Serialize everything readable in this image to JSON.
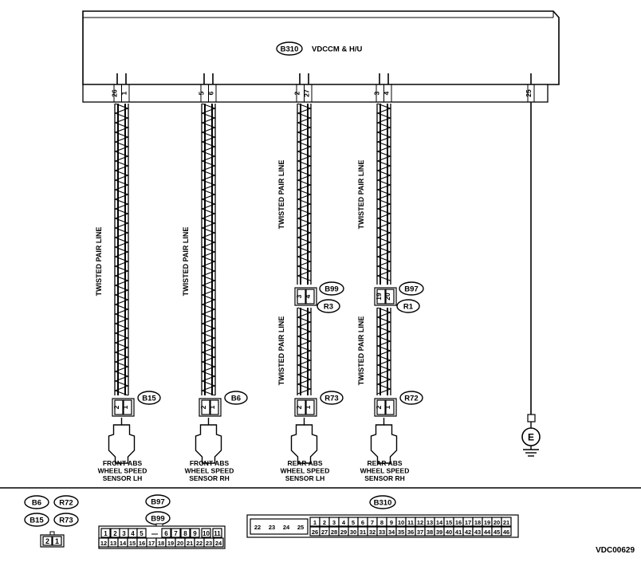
{
  "unit": {
    "connector_id": "B310",
    "name": "VDCCM & H/U"
  },
  "circuits": [
    {
      "top_pins": [
        "26",
        "1"
      ],
      "twisted_label": "TWISTED PAIR LINE",
      "mid": null,
      "lower_twisted_label": null,
      "sensor_connector": "B15",
      "sensor_pins": [
        "2",
        "1"
      ],
      "sensor_name": [
        "FRONT ABS",
        "WHEEL SPEED",
        "SENSOR LH"
      ]
    },
    {
      "top_pins": [
        "5",
        "6"
      ],
      "twisted_label": "TWISTED PAIR LINE",
      "mid": null,
      "lower_twisted_label": null,
      "sensor_connector": "B6",
      "sensor_pins": [
        "2",
        "1"
      ],
      "sensor_name": [
        "FRONT ABS",
        "WHEEL SPEED",
        "SENSOR RH"
      ]
    },
    {
      "top_pins": [
        "2",
        "27"
      ],
      "twisted_label": "TWISTED PAIR LINE",
      "mid": {
        "upper": "B99",
        "lower": "R3",
        "pins": [
          "3",
          "4"
        ]
      },
      "lower_twisted_label": "TWISTED PAIR LINE",
      "sensor_connector": "R73",
      "sensor_pins": [
        "2",
        "1"
      ],
      "sensor_name": [
        "REAR ABS",
        "WHEEL SPEED",
        "SENSOR LH"
      ]
    },
    {
      "top_pins": [
        "3",
        "4"
      ],
      "twisted_label": "TWISTED PAIR LINE",
      "mid": {
        "upper": "B97",
        "lower": "R1",
        "pins": [
          "19",
          "20"
        ]
      },
      "lower_twisted_label": "TWISTED PAIR LINE",
      "sensor_connector": "R72",
      "sensor_pins": [
        "2",
        "1"
      ],
      "sensor_name": [
        "REAR ABS",
        "WHEEL SPEED",
        "SENSOR RH"
      ]
    }
  ],
  "ground": {
    "pin": "25",
    "symbol": "E"
  },
  "legend": {
    "group1": {
      "ids": [
        "B6",
        "R72",
        "B15",
        "R73"
      ],
      "pins": [
        "2",
        "1"
      ]
    },
    "group2": {
      "ids": [
        "B97",
        "B99"
      ],
      "row1": [
        "1",
        "2",
        "3",
        "4",
        "5",
        "",
        "6",
        "7",
        "8",
        "9",
        "10",
        "11"
      ],
      "row2": [
        "12",
        "13",
        "14",
        "15",
        "16",
        "17",
        "18",
        "19",
        "20",
        "21",
        "22",
        "23",
        "24"
      ]
    },
    "group3": {
      "id": "B310",
      "left": [
        "22",
        "23",
        "24",
        "25"
      ],
      "row1": [
        "1",
        "2",
        "3",
        "4",
        "5",
        "6",
        "7",
        "8",
        "9",
        "10",
        "11",
        "12",
        "13",
        "14",
        "15",
        "16",
        "17",
        "18",
        "19",
        "20",
        "21"
      ],
      "row2": [
        "26",
        "27",
        "28",
        "29",
        "30",
        "31",
        "32",
        "33",
        "34",
        "35",
        "36",
        "37",
        "38",
        "39",
        "40",
        "41",
        "42",
        "43",
        "44",
        "45",
        "46"
      ]
    }
  },
  "figure_code": "VDC00629"
}
